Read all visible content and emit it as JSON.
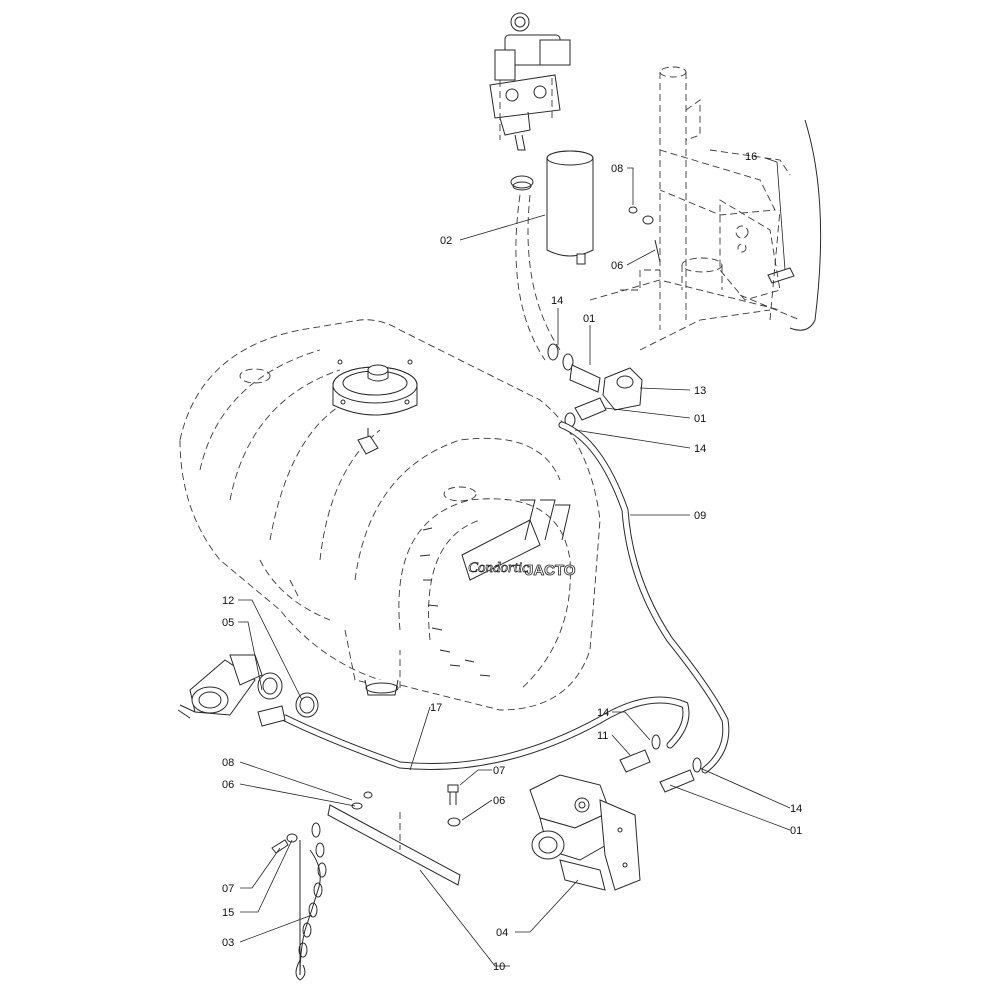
{
  "diagram": {
    "tank_logo_text": "Condortic",
    "tank_brand_text": "JACTO",
    "labels": [
      {
        "id": "label-16-top",
        "text": "16"
      },
      {
        "id": "label-08-top",
        "text": "08"
      },
      {
        "id": "label-02",
        "text": "02"
      },
      {
        "id": "label-06-top",
        "text": "06"
      },
      {
        "id": "label-14-top",
        "text": "14"
      },
      {
        "id": "label-01-top",
        "text": "01"
      },
      {
        "id": "label-13",
        "text": "13"
      },
      {
        "id": "label-01-mid",
        "text": "01"
      },
      {
        "id": "label-14-mid",
        "text": "14"
      },
      {
        "id": "label-09",
        "text": "09"
      },
      {
        "id": "label-12",
        "text": "12"
      },
      {
        "id": "label-05",
        "text": "05"
      },
      {
        "id": "label-17",
        "text": "17"
      },
      {
        "id": "label-14-low",
        "text": "14"
      },
      {
        "id": "label-11",
        "text": "11"
      },
      {
        "id": "label-08-low",
        "text": "08"
      },
      {
        "id": "label-07-mid",
        "text": "07"
      },
      {
        "id": "label-06-low",
        "text": "06"
      },
      {
        "id": "label-06-mid",
        "text": "06"
      },
      {
        "id": "label-14-right",
        "text": "14"
      },
      {
        "id": "label-01-right",
        "text": "01"
      },
      {
        "id": "label-07-left",
        "text": "07"
      },
      {
        "id": "label-15",
        "text": "15"
      },
      {
        "id": "label-03",
        "text": "03"
      },
      {
        "id": "label-04",
        "text": "04"
      },
      {
        "id": "label-10",
        "text": "10"
      }
    ]
  }
}
